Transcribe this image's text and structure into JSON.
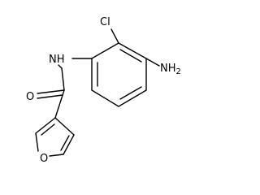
{
  "molecule": {
    "atoms": {
      "chlorine": "Cl",
      "amide_nitrogen": "NH",
      "amine": "NH",
      "amine_subscript": "2",
      "carbonyl_oxygen": "O",
      "furan_oxygen": "O"
    }
  },
  "colors": {
    "bond": "#000000",
    "label": "#000000",
    "background": "#ffffff"
  }
}
